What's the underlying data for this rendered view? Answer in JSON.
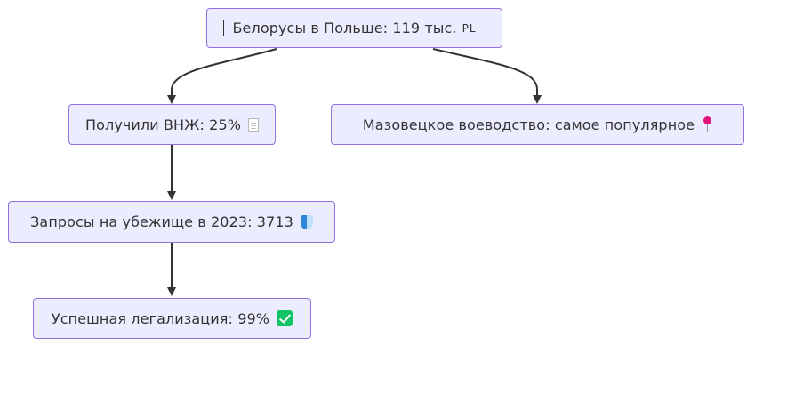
{
  "diagram": {
    "nodes": [
      {
        "id": "root",
        "label": "Белорусы в Польше: 119 тыс.",
        "flag": "PL",
        "icon": "poland-flag-icon"
      },
      {
        "id": "permit",
        "label": "Получили ВНЖ: 25%",
        "icon": "document-icon"
      },
      {
        "id": "mazovia",
        "label": "Мазовецкое воеводство: самое популярное",
        "icon": "pin-icon"
      },
      {
        "id": "asylum",
        "label": "Запросы на убежище в 2023: 3713",
        "icon": "shield-icon"
      },
      {
        "id": "legal",
        "label": "Успешная легализация: 99%",
        "icon": "check-icon"
      }
    ],
    "edges": [
      {
        "from": "root",
        "to": "permit"
      },
      {
        "from": "root",
        "to": "mazovia"
      },
      {
        "from": "permit",
        "to": "asylum"
      },
      {
        "from": "asylum",
        "to": "legal"
      }
    ],
    "colors": {
      "node_fill": "#ECECFF",
      "node_border": "#9370DB",
      "edge": "#333333",
      "text": "#333333"
    }
  }
}
